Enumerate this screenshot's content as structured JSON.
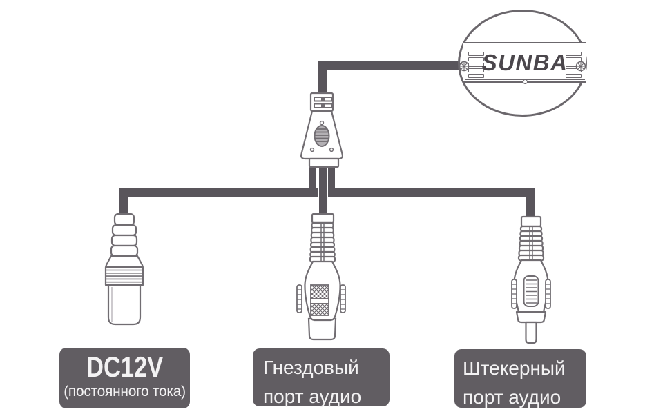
{
  "diagram": {
    "logo": {
      "brand": "SUNBA"
    },
    "connectors": {
      "main": "splitter-connector",
      "power": "dc-barrel-jack-female",
      "audio_female": "rca-audio-port-female",
      "audio_male": "rca-audio-plug-male"
    },
    "labels": {
      "power": {
        "title": "DC12V",
        "subtitle": "(постоянного тока)"
      },
      "audio_female": {
        "line1": "Гнездовый",
        "line2": "порт аудио"
      },
      "audio_male": {
        "line1": "Штекерный",
        "line2": "порт аудио"
      }
    },
    "colors": {
      "cable": "#59555b",
      "outline": "#716d72",
      "label_background": "#615d62",
      "label_text": "#f3f2f3",
      "logo_outline": "#6b676c",
      "background": "#ffffff"
    }
  }
}
